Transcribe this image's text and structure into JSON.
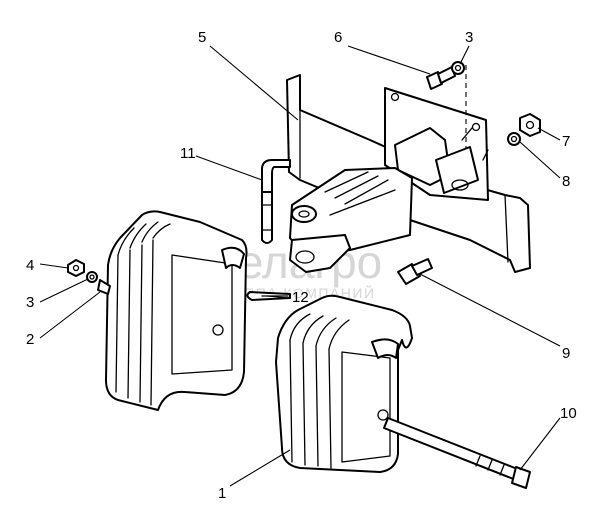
{
  "watermark": {
    "brand": "белагро",
    "tagline": "ГРУППА КОМПАНИЙ"
  },
  "callouts": [
    {
      "id": "c1",
      "label": "1"
    },
    {
      "id": "c2",
      "label": "2"
    },
    {
      "id": "c3a",
      "label": "3"
    },
    {
      "id": "c3b",
      "label": "3"
    },
    {
      "id": "c4",
      "label": "4"
    },
    {
      "id": "c5",
      "label": "5"
    },
    {
      "id": "c6",
      "label": "6"
    },
    {
      "id": "c7",
      "label": "7"
    },
    {
      "id": "c8",
      "label": "8"
    },
    {
      "id": "c9",
      "label": "9"
    },
    {
      "id": "c10",
      "label": "10"
    },
    {
      "id": "c11",
      "label": "11"
    },
    {
      "id": "c12",
      "label": "12"
    }
  ]
}
